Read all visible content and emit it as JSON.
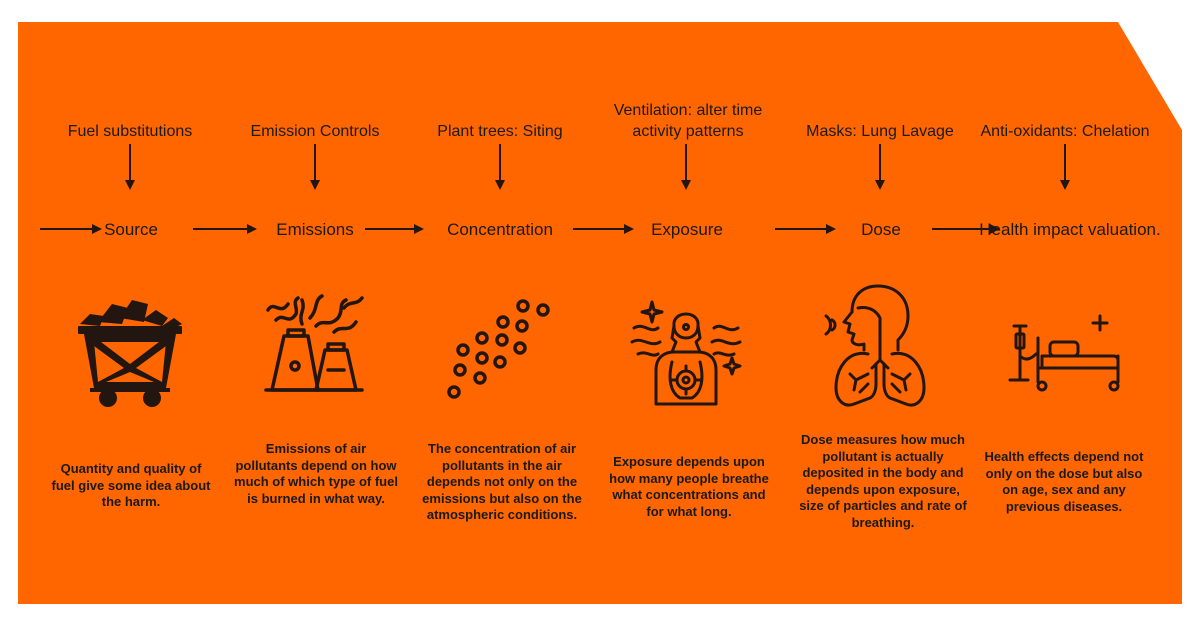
{
  "colors": {
    "background": "#ff6600",
    "ink": "#231510",
    "page": "#ffffff"
  },
  "steps": [
    {
      "intervention": "Fuel substitutions",
      "stage": "Source",
      "icon": "coal-cart-icon",
      "description": "Quantity and quality of fuel give some idea about the harm."
    },
    {
      "intervention": "Emission Controls",
      "stage": "Emissions",
      "icon": "factory-chimneys-icon",
      "description": "Emissions of air pollutants depend on how much of which type of fuel is burned in what way."
    },
    {
      "intervention": "Plant trees: Siting",
      "stage": "Concentration",
      "icon": "particles-icon",
      "description": "The concentration of air pollutants in the air depends not only on the emissions but also on the atmospheric conditions."
    },
    {
      "intervention": "Ventilation: alter time activity patterns",
      "stage": "Exposure",
      "icon": "person-exposure-icon",
      "description": "Exposure depends upon how many people breathe what concentrations and for what long."
    },
    {
      "intervention": "Masks: Lung Lavage",
      "stage": "Dose",
      "icon": "respiratory-system-icon",
      "description": "Dose measures how much pollutant is actually deposited in the body and depends upon exposure, size of particles and rate of breathing."
    },
    {
      "intervention": "Anti-oxidants: Chelation",
      "stage": "Health impact valuation.",
      "icon": "hospital-bed-icon",
      "description": "Health effects depend not only on the dose but also on age, sex and any previous diseases."
    }
  ]
}
